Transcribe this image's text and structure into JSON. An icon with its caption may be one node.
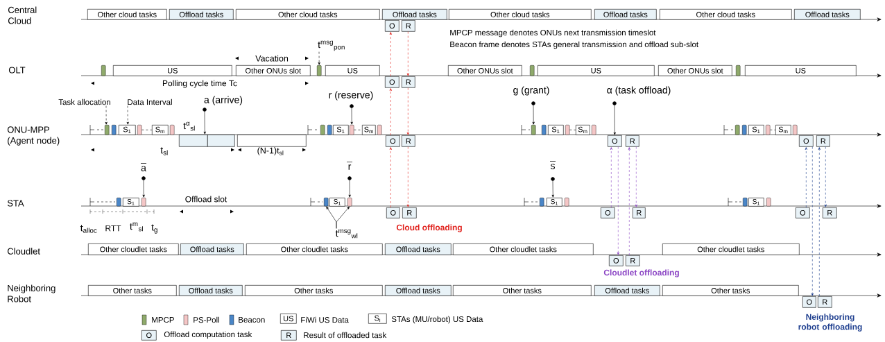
{
  "diagram": {
    "nodes": [
      {
        "text": [
          "Other cloud tasks"
        ]
      },
      {
        "text": [
          "Offload tasks"
        ]
      },
      {
        "text": [
          "Other cloud tasks"
        ]
      },
      {
        "text": [
          "Offload tasks"
        ]
      },
      {
        "text": [
          "Other cloud tasks"
        ]
      },
      {
        "text": [
          "Offload tasks"
        ]
      },
      {
        "text": [
          "Other cloud tasks"
        ]
      },
      {
        "text": [
          "Offload tasks"
        ]
      },
      {
        "text": [
          "O"
        ]
      },
      {
        "text": [
          "R"
        ]
      },
      {
        "text": [
          "US"
        ]
      },
      {
        "text": [
          "Other ONUs slot"
        ]
      },
      {
        "text": [
          "US"
        ]
      },
      {
        "text": [
          "O"
        ]
      },
      {
        "text": [
          "R"
        ]
      },
      {
        "text": [
          "Other ONUs slot"
        ]
      },
      {
        "text": [
          "US"
        ]
      },
      {
        "text": [
          "Other ONUs slot"
        ]
      },
      {
        "text": [
          "US"
        ]
      },
      {
        "text": [
          "S$_{1}$"
        ]
      },
      {
        "text": [
          "S$_{m}$"
        ]
      },
      {
        "text": [],
        "shape": "box"
      },
      {
        "text": [],
        "shape": "box"
      },
      {
        "text": [],
        "shape": "box"
      },
      {
        "text": [
          "S$_{1}$"
        ]
      },
      {
        "text": [
          "S$_{m}$"
        ]
      },
      {
        "text": [
          "O"
        ]
      },
      {
        "text": [
          "R"
        ]
      },
      {
        "text": [
          "S$_{1}$"
        ]
      },
      {
        "text": [
          "S$_{m}$"
        ]
      },
      {
        "text": [
          "O"
        ]
      },
      {
        "text": [
          "R"
        ]
      },
      {
        "text": [
          "S$_{1}$"
        ]
      },
      {
        "text": [
          "S$_{m}$"
        ]
      },
      {
        "text": [
          "O"
        ]
      },
      {
        "text": [
          "R"
        ]
      },
      {
        "text": [
          "S$_{1}$"
        ]
      },
      {
        "text": [
          "S$_{1}$"
        ]
      },
      {
        "text": [
          "O"
        ]
      },
      {
        "text": [
          "R"
        ]
      },
      {
        "text": [
          "S$_{1}$"
        ]
      },
      {
        "text": [
          "O"
        ]
      },
      {
        "text": [
          "R"
        ]
      },
      {
        "text": [
          "S$_{1}$"
        ]
      },
      {
        "text": [
          "O"
        ]
      },
      {
        "text": [
          "R"
        ]
      },
      {
        "text": [
          "Other cloudlet tasks"
        ]
      },
      {
        "text": [
          "Offload tasks"
        ]
      },
      {
        "text": [
          "Other cloudlet tasks"
        ]
      },
      {
        "text": [
          "Offload tasks"
        ]
      },
      {
        "text": [
          "Other cloudlet tasks"
        ]
      },
      {
        "text": [
          "O"
        ]
      },
      {
        "text": [
          "R"
        ]
      },
      {
        "text": [
          "Other cloudlet tasks"
        ]
      },
      {
        "text": [
          "Other tasks"
        ]
      },
      {
        "text": [
          "Offload tasks"
        ]
      },
      {
        "text": [
          "Other tasks"
        ]
      },
      {
        "text": [
          "Offload tasks"
        ]
      },
      {
        "text": [
          "Other tasks"
        ]
      },
      {
        "text": [
          "Offload tasks"
        ]
      },
      {
        "text": [
          "Other tasks"
        ]
      },
      {
        "text": [
          "O"
        ]
      },
      {
        "text": [
          "R"
        ]
      },
      {
        "text": [
          "Task allocation"
        ]
      },
      {
        "text": [
          "Data Interval"
        ]
      },
      {
        "text": [
          "t$^{msg}$$_{pon}$"
        ]
      },
      {
        "text": [
          "t$^{msg}$$_{wl}$"
        ]
      },
      {
        "text": [],
        "shape": "bar"
      },
      {
        "text": [],
        "shape": "bar"
      },
      {
        "text": [],
        "shape": "bar"
      },
      {
        "text": [],
        "shape": "bar"
      },
      {
        "text": [],
        "shape": "bar"
      },
      {
        "text": [],
        "shape": "bar"
      },
      {
        "text": [],
        "shape": "bar"
      },
      {
        "text": [],
        "shape": "bar"
      },
      {
        "text": [],
        "shape": "bar"
      },
      {
        "text": [],
        "shape": "bar"
      },
      {
        "text": [],
        "shape": "bar"
      },
      {
        "text": [],
        "shape": "bar"
      },
      {
        "text": [],
        "shape": "bar"
      },
      {
        "text": [],
        "shape": "bar"
      },
      {
        "text": [],
        "shape": "bar"
      },
      {
        "text": [],
        "shape": "bar"
      },
      {
        "text": [],
        "shape": "bar"
      },
      {
        "text": [],
        "shape": "bar"
      },
      {
        "text": [],
        "shape": "bar"
      },
      {
        "text": [],
        "shape": "bar"
      },
      {
        "text": [],
        "shape": "bar"
      },
      {
        "text": [],
        "shape": "bar"
      },
      {
        "text": [],
        "shape": "bar"
      },
      {
        "text": [],
        "shape": "bar"
      },
      {
        "text": [],
        "shape": "bar"
      },
      {
        "text": [],
        "shape": "bar"
      },
      {
        "text": [],
        "shape": "bar"
      },
      {
        "text": [],
        "shape": "bar"
      },
      {
        "text": [],
        "shape": "circle",
        "beside": [
          "a (arrive)"
        ]
      },
      {
        "text": [],
        "shape": "circle",
        "beside": [
          "r (reserve)"
        ]
      },
      {
        "text": [],
        "shape": "circle",
        "beside": [
          "g (grant)"
        ]
      },
      {
        "text": [],
        "shape": "circle",
        "beside": [
          "α (task offload)"
        ]
      },
      {
        "text": [],
        "shape": "circle",
        "beside": [
          "a"
        ]
      },
      {
        "text": [],
        "shape": "circle",
        "beside": [
          "r"
        ]
      },
      {
        "text": [],
        "shape": "circle",
        "beside": [
          "s"
        ]
      }
    ],
    "edges": [
      {
        "from": 38,
        "to": 26,
        "arrow": "to",
        "style": "dashed",
        "color": "#e0201b"
      },
      {
        "from": 26,
        "to": 13,
        "arrow": "to",
        "style": "dashed",
        "color": "#e0201b"
      },
      {
        "from": 13,
        "to": 8,
        "arrow": "to",
        "style": "dashed",
        "color": "#e0201b"
      },
      {
        "from": 9,
        "to": 14,
        "arrow": "to",
        "style": "dashed",
        "color": "#e0201b"
      },
      {
        "from": 14,
        "to": 27,
        "arrow": "to",
        "style": "dashed",
        "color": "#e0201b"
      },
      {
        "from": 27,
        "to": 39,
        "arrow": "to",
        "style": "dashed",
        "color": "#e0201b"
      },
      {
        "from": 41,
        "to": 30,
        "arrow": "to",
        "style": "dashed",
        "color": "#8b45c4"
      },
      {
        "from": 30,
        "to": 51,
        "arrow": "to",
        "style": "dashed",
        "color": "#8b45c4"
      },
      {
        "from": 52,
        "to": 31,
        "arrow": "to",
        "style": "dashed",
        "color": "#8b45c4"
      },
      {
        "from": 31,
        "to": 42,
        "arrow": "to",
        "style": "dashed",
        "color": "#8b45c4"
      },
      {
        "from": 44,
        "to": 34,
        "arrow": "to",
        "style": "dashed",
        "color": "#1f3f8f"
      },
      {
        "from": 34,
        "to": 61,
        "arrow": "to",
        "style": "dashed",
        "color": "#1f3f8f"
      },
      {
        "from": 62,
        "to": 35,
        "arrow": "to",
        "style": "dashed",
        "color": "#1f3f8f"
      },
      {
        "from": 35,
        "to": 45,
        "arrow": "to",
        "style": "dashed",
        "color": "#1f3f8f"
      },
      {
        "from": 63,
        "to": 71,
        "arrow": "to",
        "style": "dashed",
        "color": "#000000"
      },
      {
        "from": 64,
        "to": 19,
        "arrow": "to",
        "style": "dashed",
        "color": "#000000"
      },
      {
        "from": 65,
        "to": 68,
        "arrow": "to",
        "style": "dashed",
        "color": "#000000"
      },
      {
        "from": 66,
        "to": 89,
        "arrow": "to",
        "color": "#000000"
      },
      {
        "from": 66,
        "to": 90,
        "arrow": "to",
        "color": "#000000"
      },
      {
        "from": 95,
        "to": 21,
        "arrow": "to",
        "color": "#000000"
      },
      {
        "from": 96,
        "to": 77,
        "arrow": "to",
        "color": "#000000"
      },
      {
        "from": 97,
        "to": 79,
        "arrow": "to",
        "color": "#000000"
      },
      {
        "from": 98,
        "to": 30,
        "arrow": "to",
        "color": "#000000"
      },
      {
        "from": 99,
        "to": 88,
        "arrow": "to",
        "color": "#000000"
      },
      {
        "from": 100,
        "to": 90,
        "arrow": "to",
        "color": "#000000"
      },
      {
        "from": 101,
        "to": 40,
        "arrow": "to",
        "color": "#000000"
      },
      {
        "from": 73,
        "to": 20,
        "arrow": "none",
        "style": "dashed",
        "color": "#000000"
      },
      {
        "from": 77,
        "to": 25,
        "arrow": "none",
        "style": "dashed",
        "color": "#000000"
      },
      {
        "from": 81,
        "to": 29,
        "arrow": "none",
        "style": "dashed",
        "color": "#000000"
      },
      {
        "from": 85,
        "to": 33,
        "arrow": "none",
        "style": "dashed",
        "color": "#000000"
      }
    ],
    "labels": [
      "Central Cloud",
      "MPCP message denotes ONUs next transmission timeslot",
      "Beacon frame denotes STAs general transmission and offload sub-slot",
      "Vacation",
      "OLT",
      "Polling cycle time Tc",
      "t$^{α}$$_{sl}$",
      "ONU-MPP (Agent node)",
      "t$_{sl}$",
      "(N-1)t$_{sl}$",
      "Offload slot",
      "STA",
      "t$_{alloc}$",
      "RTT",
      "t$^{m}$$_{sl}$",
      "t$_{g}$",
      "Cloud offloading",
      "Cloudlet",
      "Cloudlet offloading",
      "Neighboring Robot",
      "Neighboring robot offloading",
      "US",
      "S$_{i}$",
      "O",
      "R"
    ],
    "legend": [
      {
        "text": "MPCP",
        "color": "#8faa6b"
      },
      {
        "text": "PS-Poll",
        "color": "#f4c6c6"
      },
      {
        "text": "Beacon",
        "color": "#4a86c8"
      },
      {
        "text": "FiWi US Data"
      },
      {
        "text": "STAs (MU/robot) US Data"
      },
      {
        "text": "Offload computation task"
      },
      {
        "text": "Result of offloaded task"
      }
    ]
  }
}
